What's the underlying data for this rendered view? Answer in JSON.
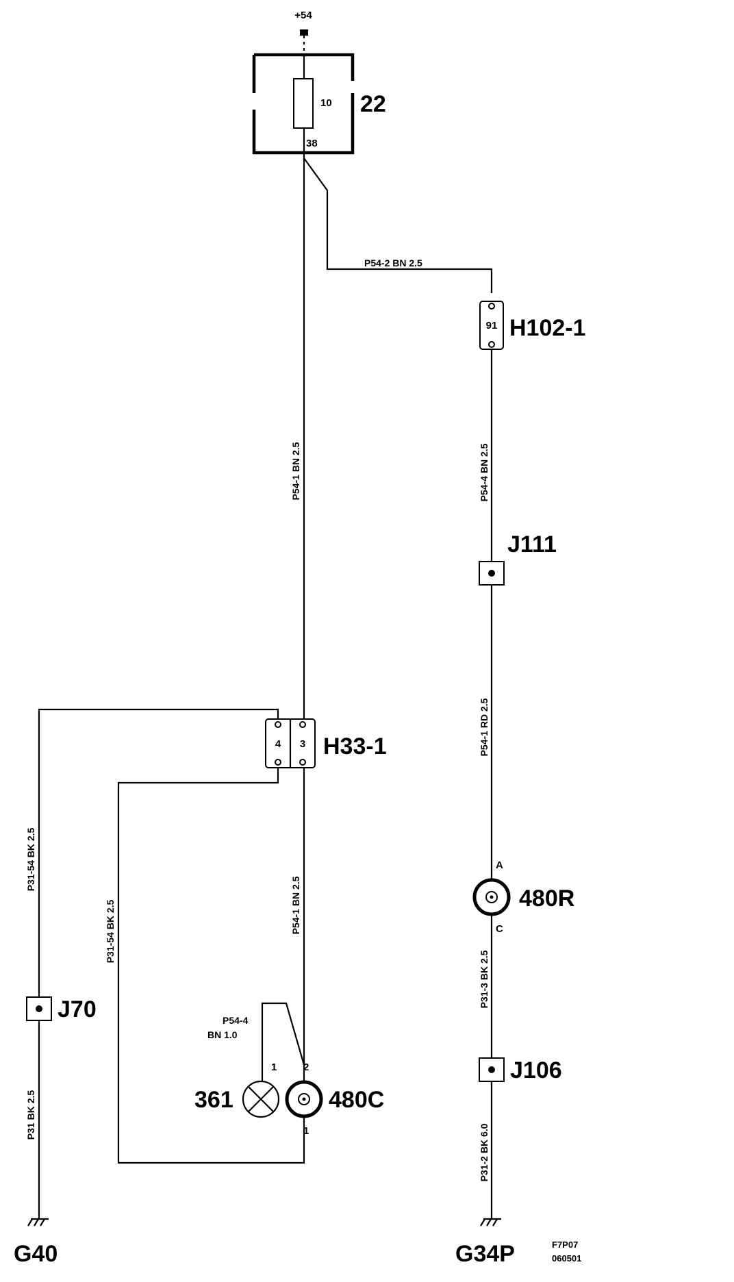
{
  "supply": {
    "label": "+54"
  },
  "fuse": {
    "ref": "22",
    "value": "10",
    "pin": "38"
  },
  "wires": {
    "p54_2": "P54-2  BN  2.5",
    "p54_1_upper": "P54-1 BN  2.5",
    "p54_4": "P54-4  BN  2.5",
    "p54_1_rd": "P54-1  RD  2.5",
    "p31_54_left": "P31-54  BK  2.5",
    "p31_54_mid": "P31-54  BK  2.5",
    "p54_1_lower": "P54-1  BN 2.5",
    "p54_4_short_a": "P54-4",
    "p54_4_short_b": "BN    1.0",
    "p31_left": "P31  BK  2.5",
    "p31_3": "P31-3  BK  2.5",
    "p31_2": "P31-2  BK  6.0"
  },
  "connectors": {
    "h102": {
      "ref": "H102-1",
      "pin": "91"
    },
    "h33": {
      "ref": "H33-1",
      "pin_left": "4",
      "pin_right": "3"
    }
  },
  "splices": {
    "j111": "J111",
    "j70": "J70",
    "j106": "J106"
  },
  "components": {
    "m480r": {
      "ref": "480R",
      "pin_top": "A",
      "pin_bottom": "C"
    },
    "m480c": {
      "ref": "480C",
      "pin_top": "2",
      "pin_bottom": "1"
    },
    "lamp361": {
      "ref": "361",
      "pin": "1"
    }
  },
  "grounds": {
    "g40": "G40",
    "g34p": "G34P"
  },
  "footer": {
    "code": "F7P07",
    "date": "060501"
  }
}
